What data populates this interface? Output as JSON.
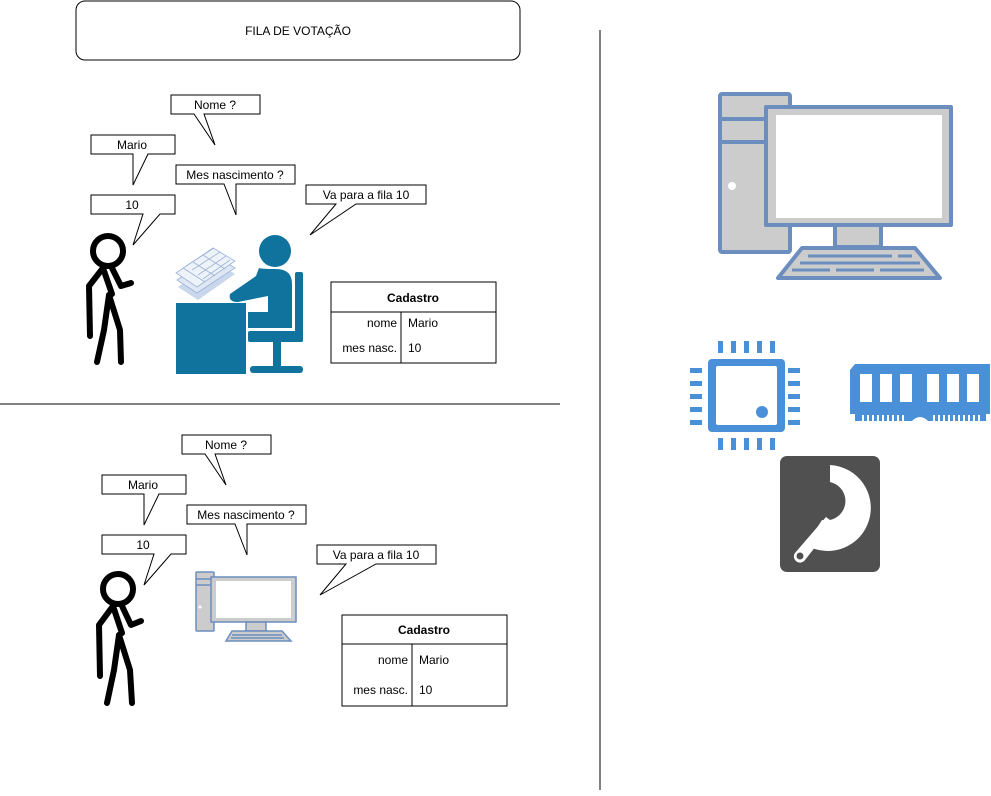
{
  "title": "FILA DE VOTAÇÃO",
  "colors": {
    "office": "#10739e",
    "computer_stroke": "#6c8ebf",
    "computer_fill": "#cccccc",
    "chip": "#4a90d9",
    "disk": "#505050"
  },
  "scene_top": {
    "bubbles": {
      "nome": "Nome ?",
      "mario": "Mario",
      "mes": "Mes nascimento ?",
      "dez": "10",
      "fila": "Va para a fila 10"
    },
    "table": {
      "header": "Cadastro",
      "rows": [
        {
          "label": "nome",
          "value": "Mario"
        },
        {
          "label": "mes nasc.",
          "value": "10"
        }
      ]
    }
  },
  "scene_bottom": {
    "bubbles": {
      "nome": "Nome ?",
      "mario": "Mario",
      "mes": "Mes nascimento ?",
      "dez": "10",
      "fila": "Va para a fila 10"
    },
    "table": {
      "header": "Cadastro",
      "rows": [
        {
          "label": "nome",
          "value": "Mario"
        },
        {
          "label": "mes nasc.",
          "value": "10"
        }
      ]
    }
  },
  "icons": [
    "computer-icon",
    "cpu-icon",
    "ram-icon",
    "hard-disk-icon"
  ]
}
